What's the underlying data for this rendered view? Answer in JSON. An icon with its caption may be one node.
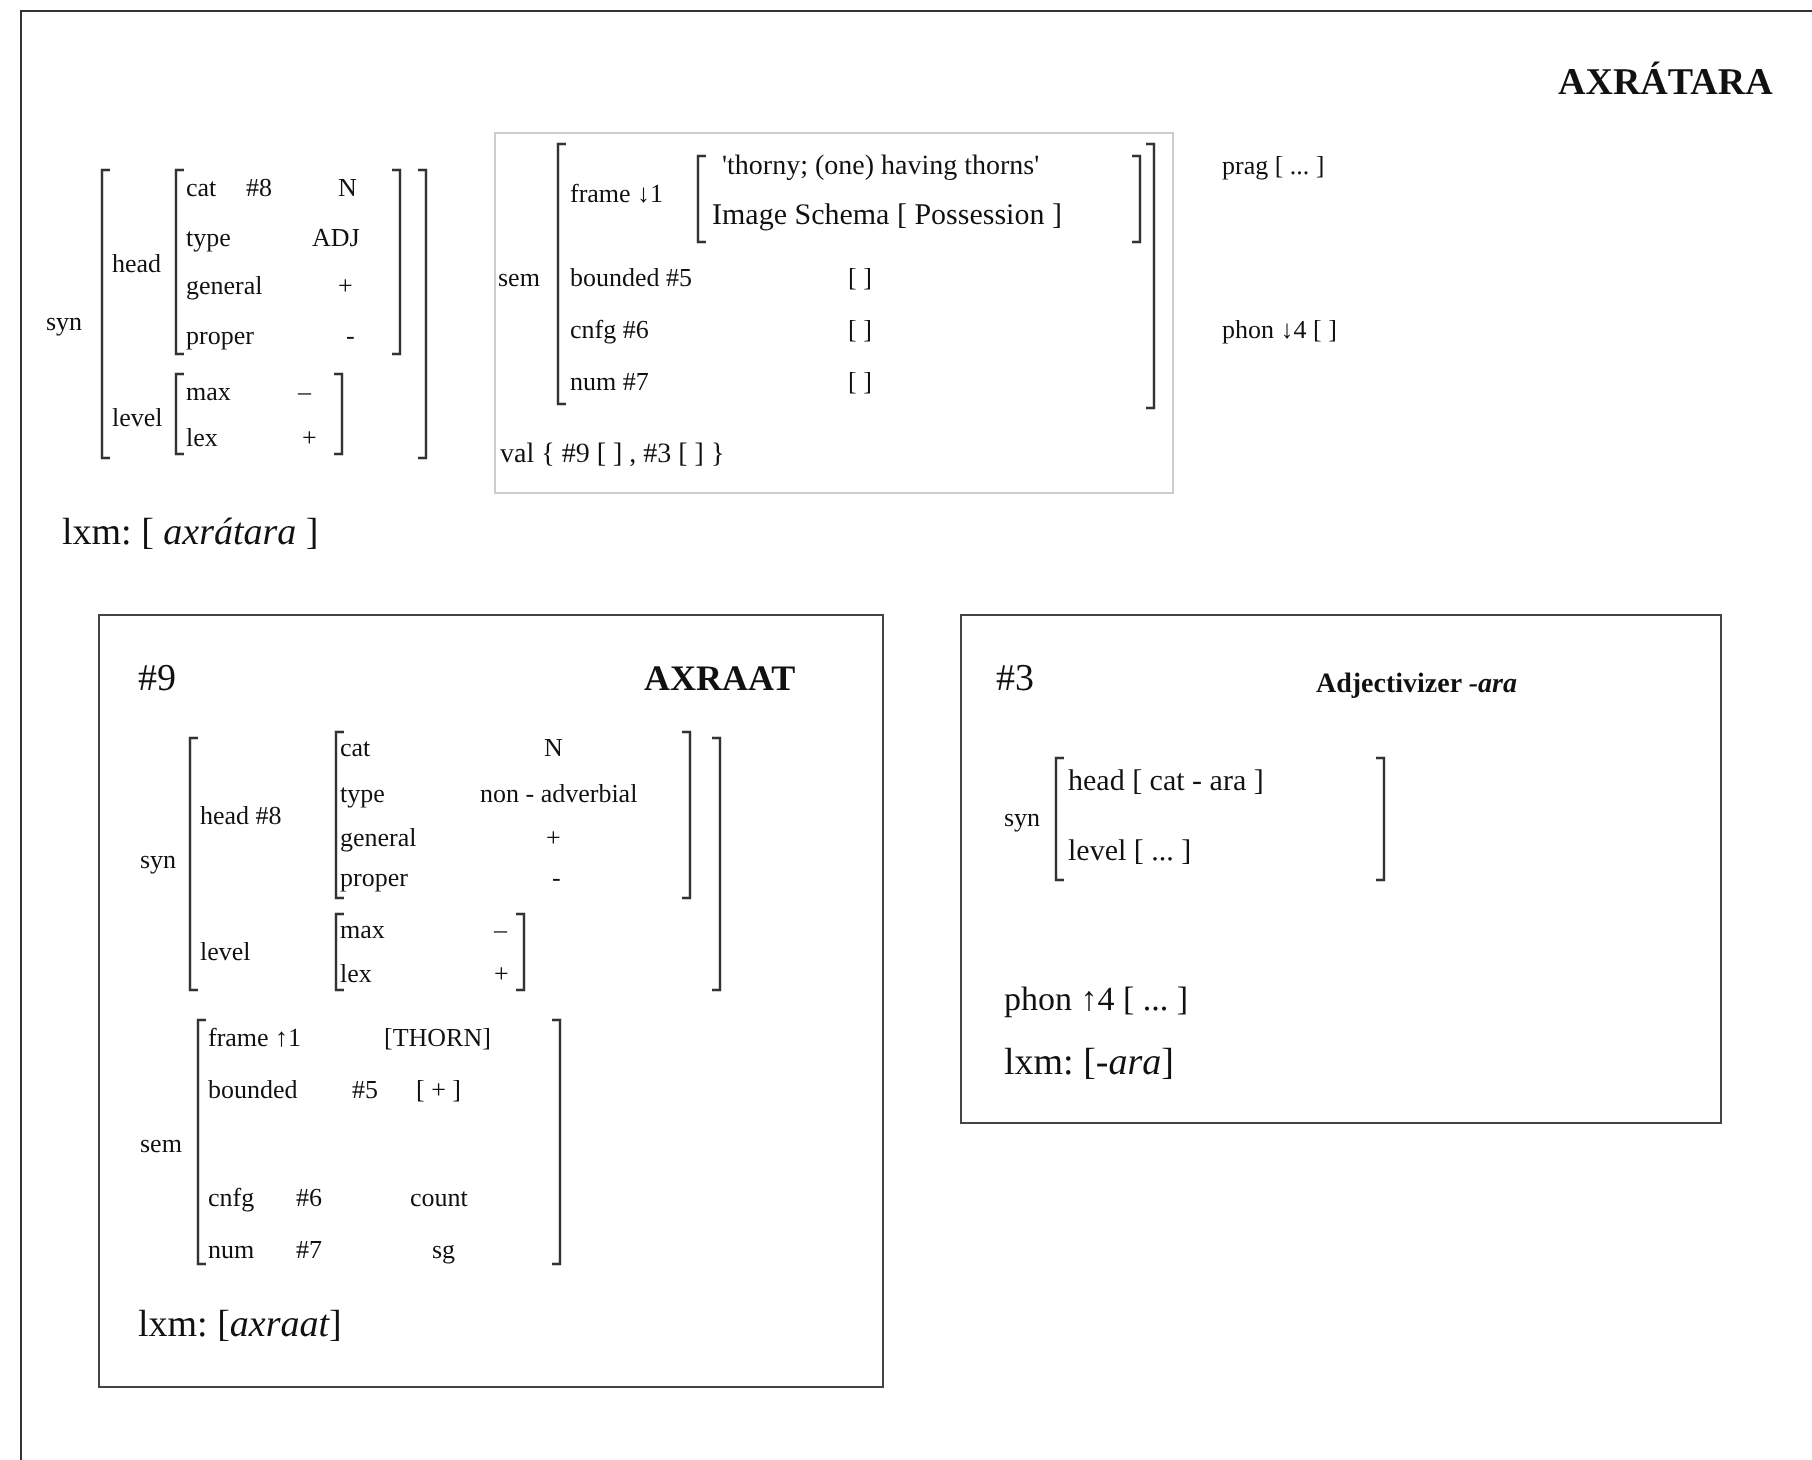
{
  "diagram": {
    "nodes": [
      {
        "text": [
          "AXRÁTARA",
          "syn",
          "head",
          "cat",
          "#8",
          "N",
          "type",
          "ADJ",
          "general",
          "+",
          "proper",
          "-",
          "level",
          "max",
          "–",
          "lex",
          "+",
          "prag [ ... ]",
          "phon ↓4 [ ]",
          "lxm: [ *axrátara* ]"
        ]
      },
      {
        "text": [
          "frame ↓1",
          "'thorny; (one) having thorns'",
          "Image Schema [ Possession ]",
          "sem",
          "bounded #5",
          "[ ]",
          "cnfg #6",
          "[ ]",
          "num #7",
          "[ ]",
          "val { #9 [ ] , #3 [ ] }"
        ],
        "in": 0
      },
      {
        "text": [
          "#9",
          "AXRAAT",
          "syn",
          "head #8",
          "cat",
          "N",
          "type",
          "non - adverbial",
          "general",
          "+",
          "proper",
          "-",
          "level",
          "max",
          "–",
          "lex",
          "+",
          "sem",
          "frame ↑1",
          "[THORN]",
          "bounded",
          "#5",
          "[ + ]",
          "cnfg",
          "#6",
          "count",
          "num",
          "#7",
          "sg",
          "lxm: [*axraat*]"
        ],
        "in": 0
      },
      {
        "text": [
          "#3",
          "Adjectivizer *-ara*",
          "syn",
          "head [ cat - ara ]",
          "level [ ... ]",
          "phon ↑4 [ ... ]",
          "lxm: [*-ara*]"
        ],
        "in": 0
      }
    ]
  }
}
